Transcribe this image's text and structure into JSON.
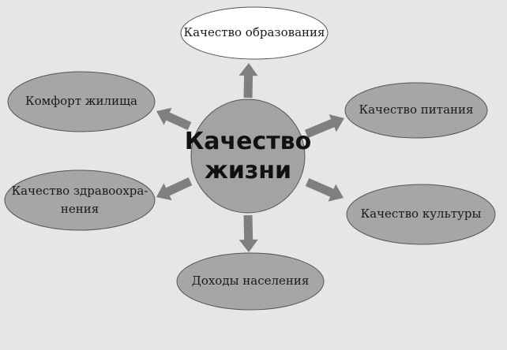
{
  "colors": {
    "background": "#e6e6e6",
    "node_fill": "#a6a6a6",
    "node_fill_light": "#ffffff",
    "center_fill": "#a3a3a3",
    "outline": "#555555",
    "arrow": "#7f7f7f"
  },
  "center": {
    "label": "Качество\nжизни"
  },
  "nodes": [
    {
      "id": "education",
      "label": "Качество образования"
    },
    {
      "id": "housing",
      "label": "Комфорт жилища"
    },
    {
      "id": "nutrition",
      "label": "Качество питания"
    },
    {
      "id": "health",
      "label": "Качество здравоохра-\nнения"
    },
    {
      "id": "culture",
      "label": "Качество культуры"
    },
    {
      "id": "income",
      "label": "Доходы населения"
    }
  ]
}
